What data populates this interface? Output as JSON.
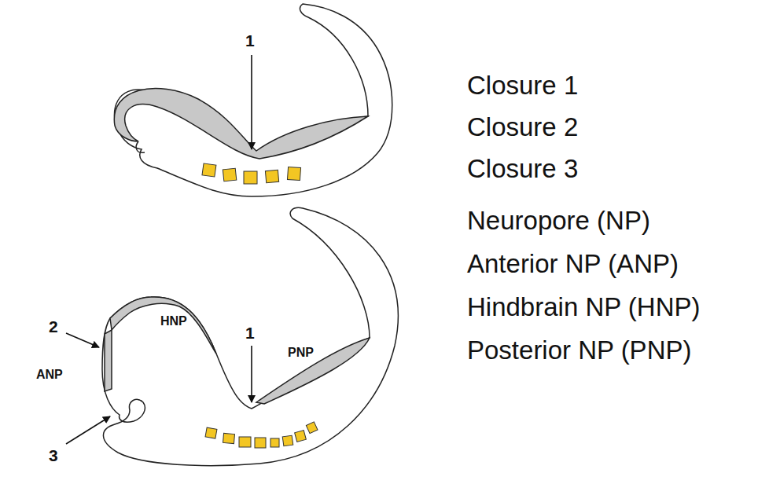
{
  "diagram": {
    "labels": [
      "1",
      "2",
      "HNP",
      "1",
      "PNP",
      "ANP",
      "3",
      "Closure 1",
      "Closure 2",
      "Closure 3",
      "Neuropore (NP)",
      "Anterior NP (ANP)",
      "Hindbrain NP (HNP)",
      "Posterior NP (PNP)"
    ]
  }
}
